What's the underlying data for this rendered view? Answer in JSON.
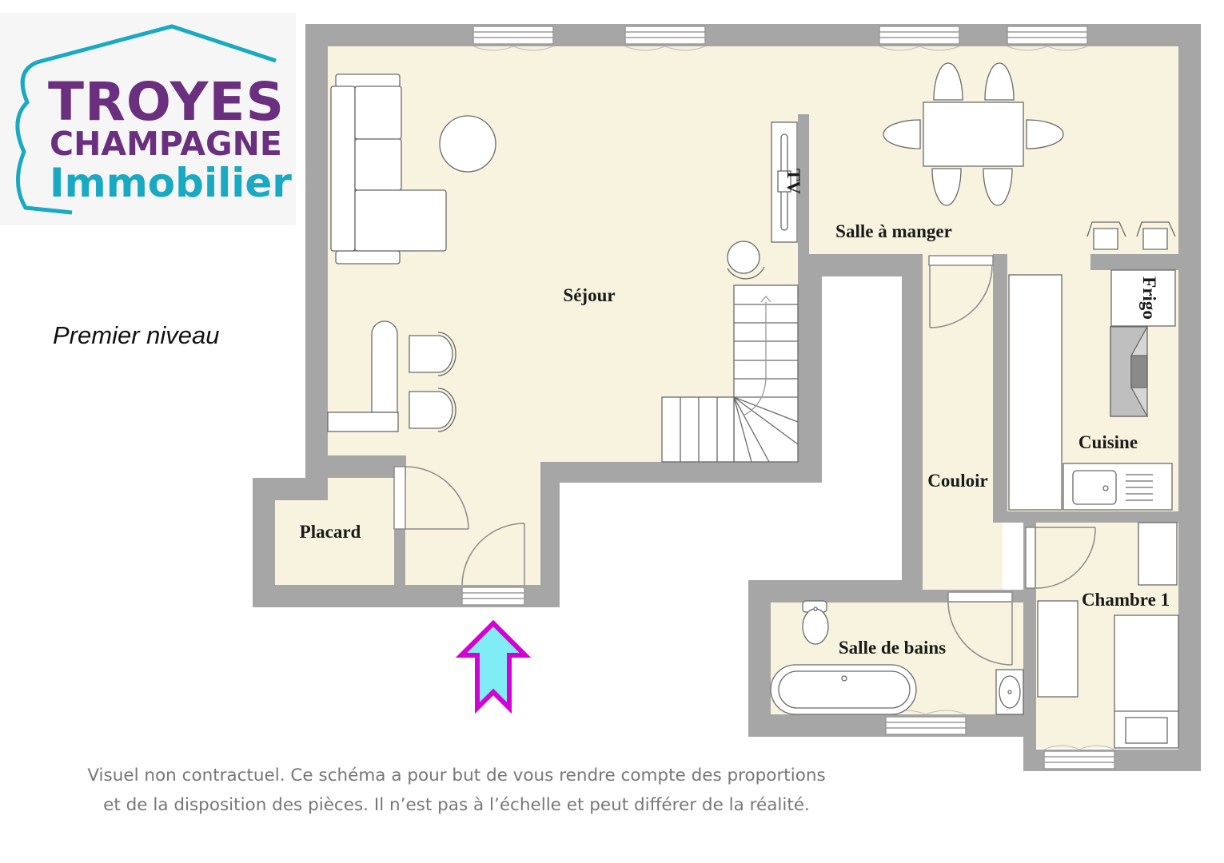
{
  "logo": {
    "line1": "TROYES",
    "line2": "CHAMPAGNE",
    "line3": "Immobilier",
    "colors": {
      "purple": "#6b2f7f",
      "teal": "#1aa9c2"
    }
  },
  "level_label": "Premier niveau",
  "rooms": {
    "sejour": "Séjour",
    "salle_a_manger": "Salle à manger",
    "cuisine": "Cuisine",
    "couloir": "Couloir",
    "placard": "Placard",
    "chambre": "Chambre 1",
    "salle_de_bains": "Salle de bains"
  },
  "appliances": {
    "tv": "TV",
    "frigo": "Frigo"
  },
  "entrance_icon": "entrance-arrow-icon",
  "colors": {
    "wall": "#a6a6a6",
    "floor": "#f8f3df",
    "arrow_outline": "#d400d4",
    "arrow_fill": "#7fecf6"
  },
  "disclaimer": {
    "line1": "Visuel non contractuel. Ce schéma a pour but de vous rendre compte des proportions",
    "line2": "et de la disposition des pièces. Il n’est pas à l’échelle et peut différer de la réalité."
  }
}
